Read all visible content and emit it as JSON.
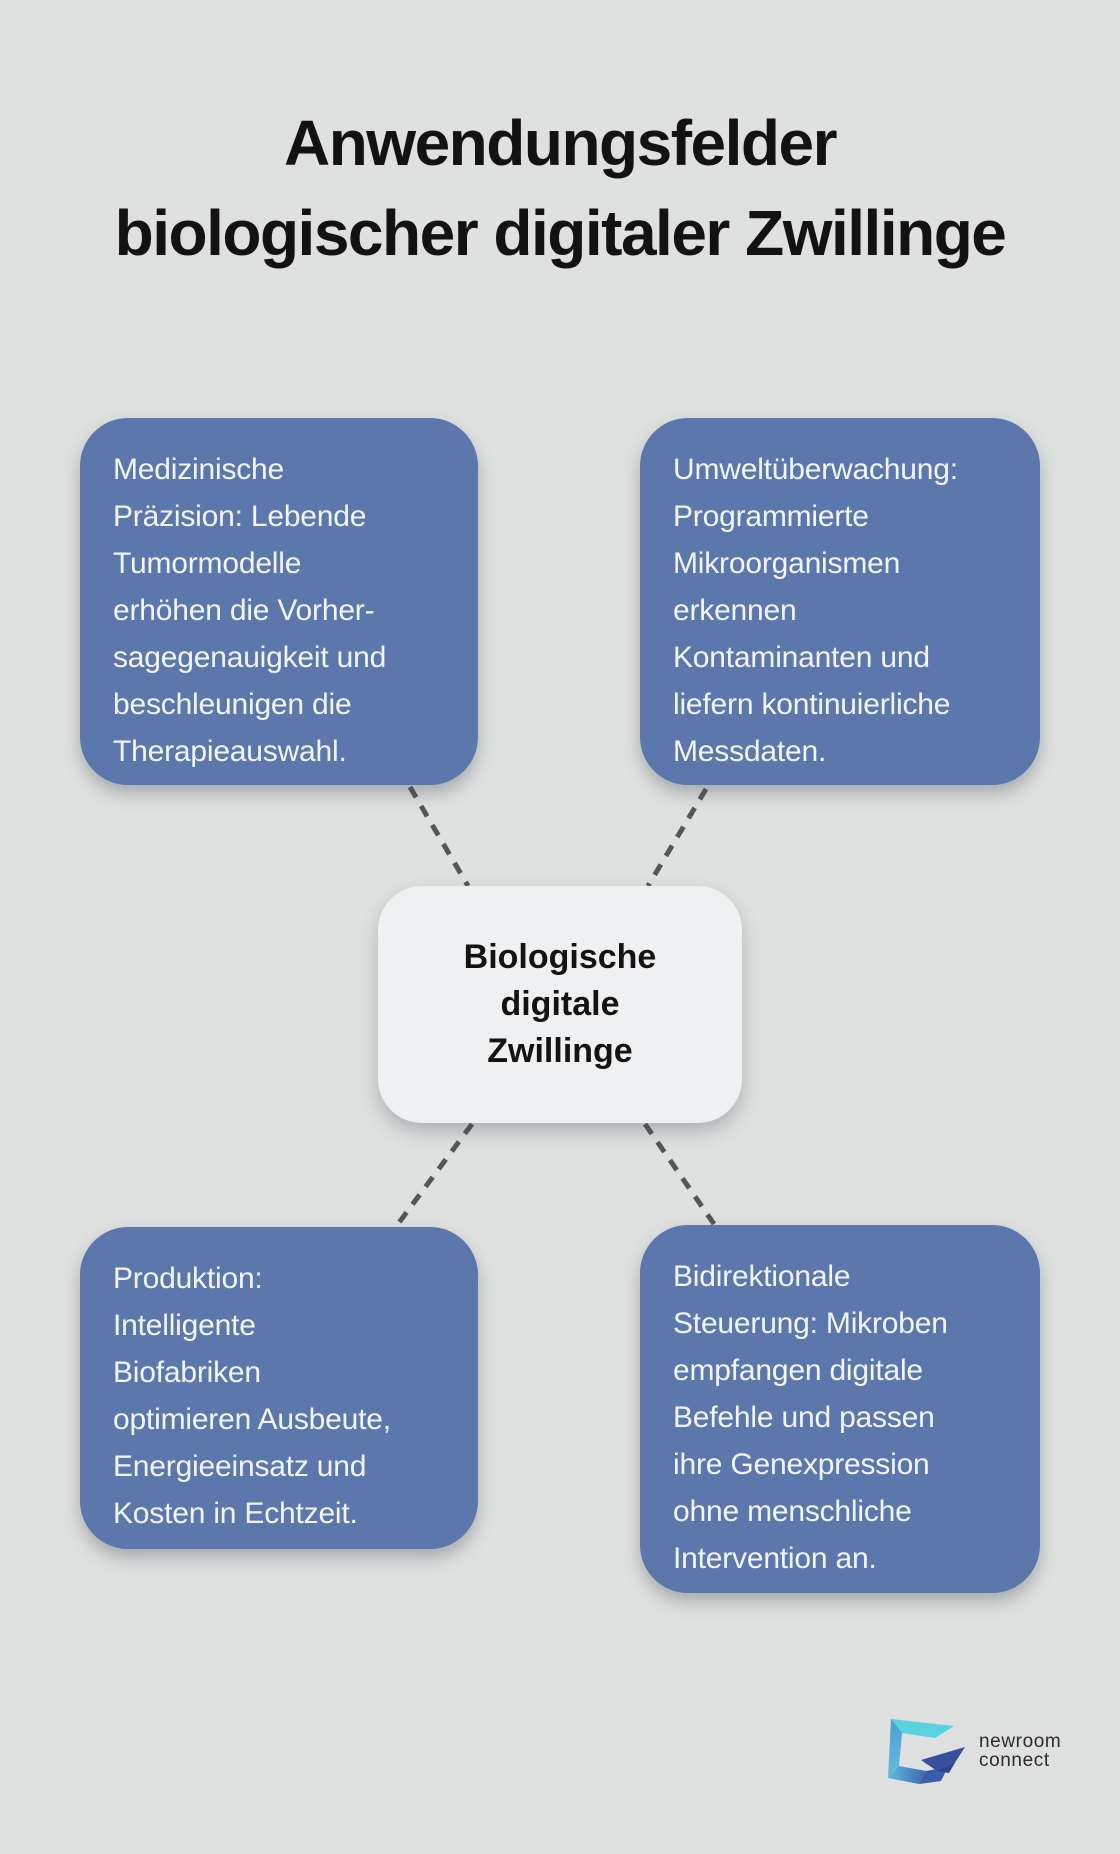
{
  "page": {
    "background_color": "#dfe0e0",
    "title": "Anwendungsfelder\nbiologischer digitaler Zwillinge",
    "title_color": "#121214"
  },
  "center_node": {
    "label": "Biologische\ndigitale\nZwillinge",
    "background_color": "#eef0f1",
    "text_color": "#131313"
  },
  "nodes": [
    {
      "id": "medizinische-praezision",
      "text": "Medizinische\nPräzision: Lebende\nTumormodelle\nerhöhen die Vorher-\nsagegenauigkeit und\nbeschleunigen die\nTherapieauswahl."
    },
    {
      "id": "umweltueberwachung",
      "text": "Umweltüberwachung:\nProgrammierte\nMikroorganismen\nerkennen\nKontaminanten und\nliefern kontinuierliche\nMessdaten."
    },
    {
      "id": "produktion",
      "text": "Produktion:\nIntelligente\nBiofabriken\noptimieren Ausbeute,\nEnergieeinsatz und\nKosten in Echtzeit."
    },
    {
      "id": "bidirektionale-steuerung",
      "text": "Bidirektionale\nSteuerung: Mikroben\nempfangen digitale\nBefehle und passen\nihre Genexpression\nohne menschliche\nIntervention an."
    }
  ],
  "node_style": {
    "background_color": "#5b77ac",
    "text_color": "#f3f6f9"
  },
  "connectors": {
    "color": "#54565a",
    "style": "dashed"
  },
  "logo": {
    "line1": "newroom",
    "line2": "connect",
    "text_color": "#2b2b2e",
    "mark_colors": {
      "turquoise": "#59d4de",
      "teal": "#36b3c6",
      "sky_blue": "#4d9fd2",
      "light_blue": "#63b9df",
      "royal_blue": "#3c66ae",
      "dark_blue": "#35519e"
    }
  }
}
